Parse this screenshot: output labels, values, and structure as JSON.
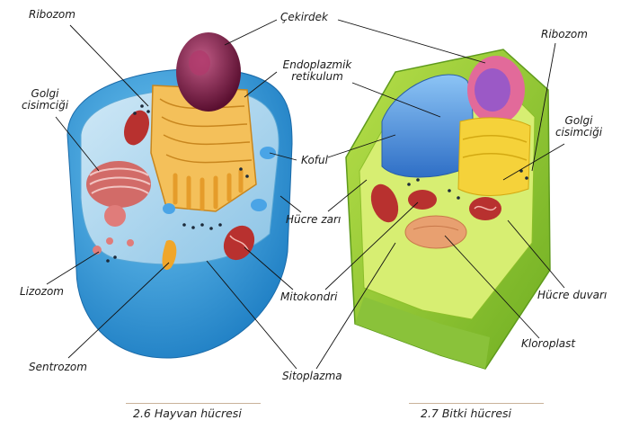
{
  "animal_cell": {
    "caption": "2.6 Hayvan hücresi",
    "labels": {
      "ribozom": "Ribozom",
      "golgi_line1": "Golgi",
      "golgi_line2": "cisimciği",
      "lizozom": "Lizozom",
      "sentrozom": "Sentrozom",
      "cekirdek": "Çekirdek",
      "er_line1": "Endoplazmik",
      "er_line2": "retikulum",
      "koful": "Koful",
      "hucre_zari": "Hücre zarı",
      "mitokondri": "Mitokondri",
      "sitoplazma": "Sitoplazma"
    }
  },
  "plant_cell": {
    "caption": "2.7 Bitki hücresi",
    "labels": {
      "ribozom": "Ribozom",
      "golgi_line1": "Golgi",
      "golgi_line2": "cisimciği",
      "hucre_duvari": "Hücre duvarı",
      "kloroplast": "Kloroplast"
    }
  },
  "colors": {
    "animal_membrane": "#3aa6e0",
    "animal_cytoplasm": "#a9d6ef",
    "nucleus": "#8a1e4e",
    "er": "#f2b23a",
    "golgi": "#c0504d",
    "mitochondria": "#b8312f",
    "plant_wall": "#9ccf3a",
    "plant_cytoplasm": "#cde86a",
    "vacuole": "#4a8fd8",
    "chloroplast": "#e8a070",
    "plant_nucleus": "#e26a9a"
  }
}
